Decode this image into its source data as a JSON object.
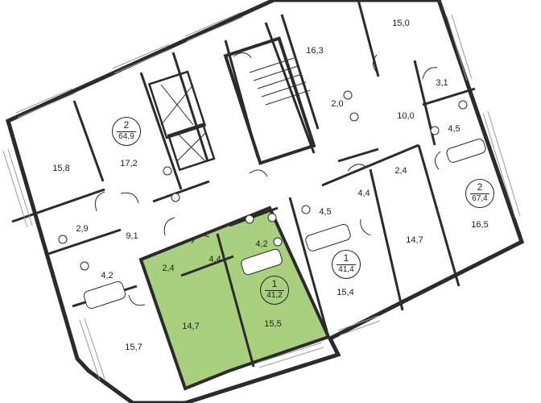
{
  "colors": {
    "wall": "#2b2b2b",
    "selected_apartment": "#a9d07f",
    "background": "#ffffff",
    "window": "#9a9a9a"
  },
  "apartments": [
    {
      "rooms": "2",
      "area": "64,9"
    },
    {
      "rooms": "2",
      "area": "67,4"
    },
    {
      "rooms": "1",
      "area": "41,4"
    },
    {
      "rooms": "1",
      "area": "41,2",
      "selected": true
    }
  ],
  "room_areas": [
    "15,0",
    "16,3",
    "3,1",
    "2,0",
    "10,0",
    "4,5",
    "15,8",
    "17,2",
    "2,4",
    "4,4",
    "16,5",
    "4,5",
    "2,9",
    "9,1",
    "14,7",
    "4,2",
    "4,2",
    "2,4",
    "4,4",
    "15,4",
    "14,7",
    "15,5",
    "15,7"
  ]
}
